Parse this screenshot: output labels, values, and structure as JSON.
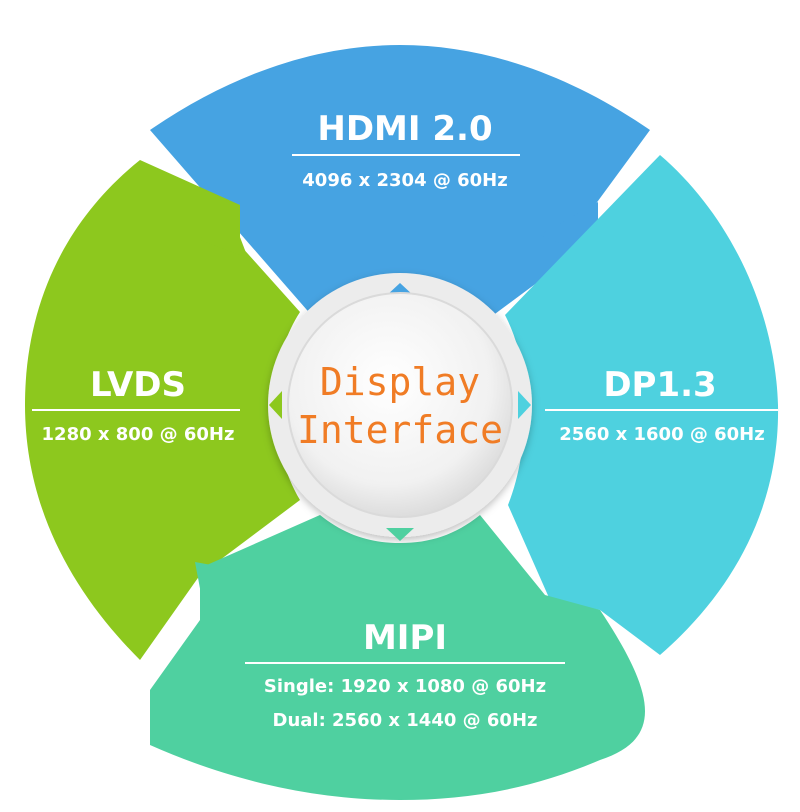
{
  "center": {
    "line1": "Display",
    "line2": "Interface"
  },
  "segments": {
    "hdmi": {
      "title": "HDMI 2.0",
      "spec": "4096 x 2304 @ 60Hz"
    },
    "dp": {
      "title": "DP1.3",
      "spec": "2560 x 1600 @ 60Hz"
    },
    "lvds": {
      "title": "LVDS",
      "spec": "1280 x 800 @ 60Hz"
    },
    "mipi": {
      "title": "MIPI",
      "spec_single": "Single: 1920 x 1080 @ 60Hz",
      "spec_dual": "Dual: 2560 x 1440 @ 60Hz"
    }
  },
  "colors": {
    "hdmi": "#46a3e2",
    "dp": "#4ed1df",
    "lvds": "#8dc81e",
    "mipi": "#4fd0a0",
    "center_text": "#f07c25"
  }
}
